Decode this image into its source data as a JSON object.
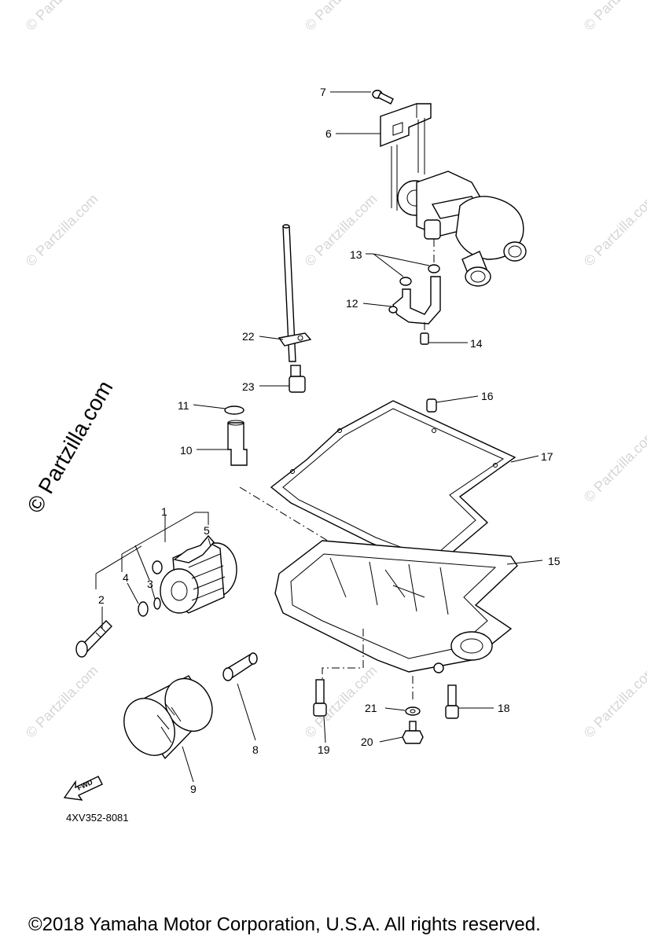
{
  "watermark": {
    "text": "© Partzilla.com"
  },
  "callouts": [
    {
      "id": "1",
      "label": "1"
    },
    {
      "id": "2",
      "label": "2"
    },
    {
      "id": "3",
      "label": "3"
    },
    {
      "id": "4",
      "label": "4"
    },
    {
      "id": "5",
      "label": "5"
    },
    {
      "id": "6",
      "label": "6"
    },
    {
      "id": "7",
      "label": "7"
    },
    {
      "id": "8",
      "label": "8"
    },
    {
      "id": "9",
      "label": "9"
    },
    {
      "id": "10",
      "label": "10"
    },
    {
      "id": "11",
      "label": "11"
    },
    {
      "id": "12",
      "label": "12"
    },
    {
      "id": "13",
      "label": "13"
    },
    {
      "id": "14",
      "label": "14"
    },
    {
      "id": "15",
      "label": "15"
    },
    {
      "id": "16",
      "label": "16"
    },
    {
      "id": "17",
      "label": "17"
    },
    {
      "id": "18",
      "label": "18"
    },
    {
      "id": "19",
      "label": "19"
    },
    {
      "id": "20",
      "label": "20"
    },
    {
      "id": "21",
      "label": "21"
    },
    {
      "id": "22",
      "label": "22"
    },
    {
      "id": "23",
      "label": "23"
    }
  ],
  "fwd_label": "FWD",
  "diagram_code": "4XV352-8081",
  "copyright": "©2018 Yamaha Motor Corporation, U.S.A. All rights reserved."
}
